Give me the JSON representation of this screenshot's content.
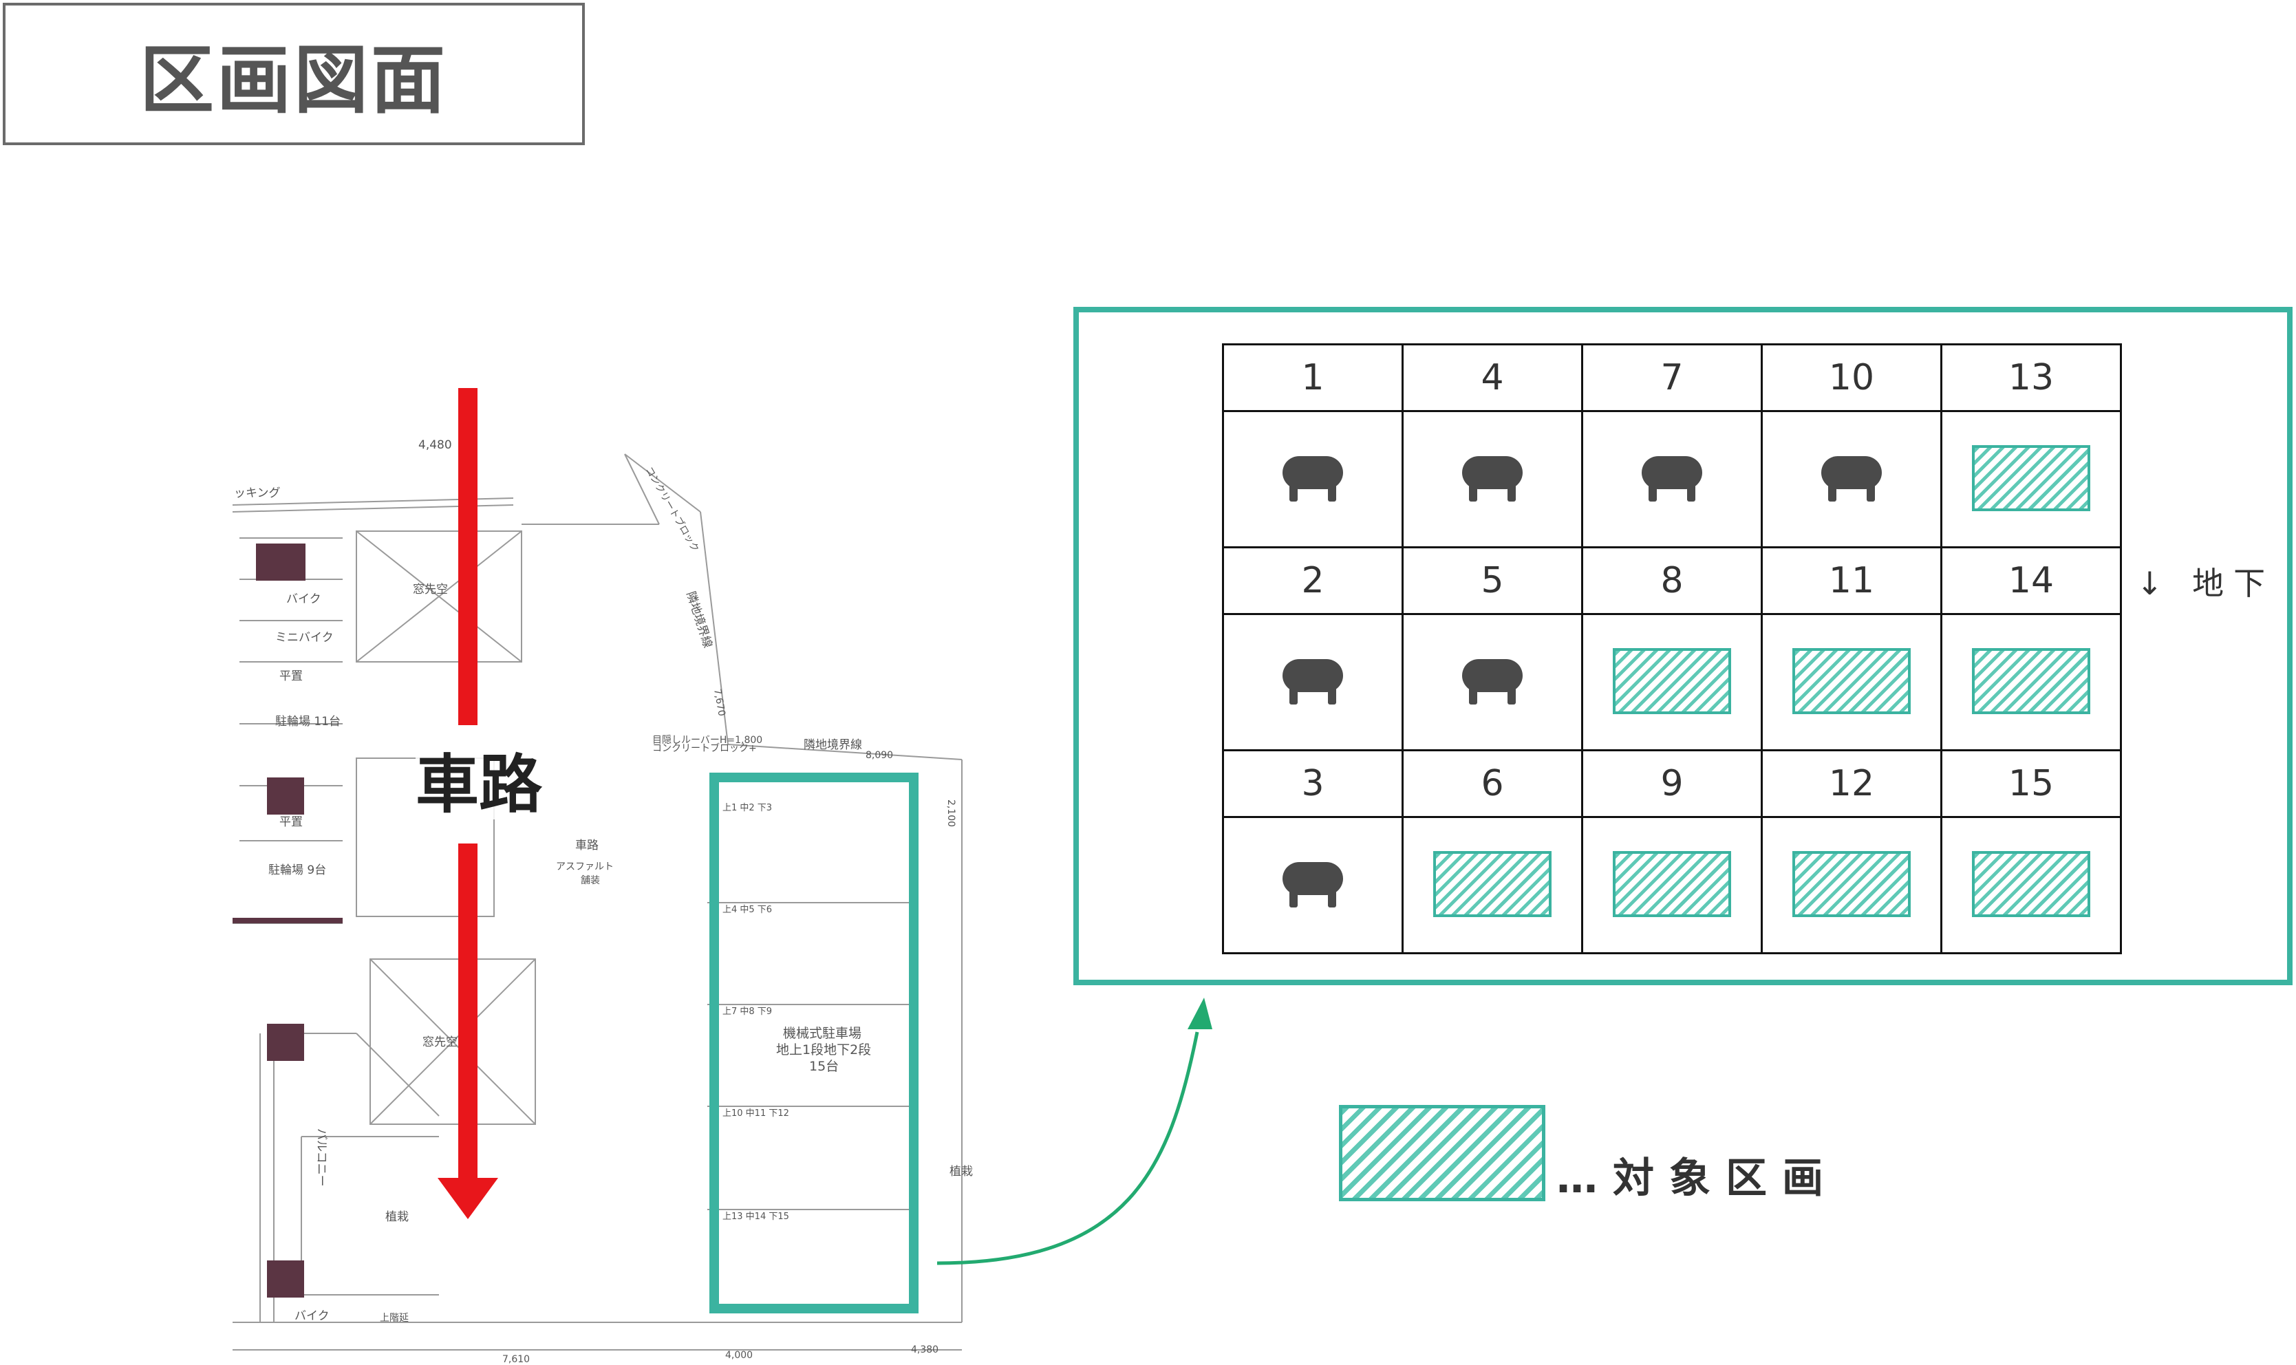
{
  "title": "区画図面",
  "road_label": "車路",
  "floorplan": {
    "texts": {
      "parking": "ッキング",
      "dim_top": "4,480",
      "bike": "バイク",
      "minibike": "ミニバイク",
      "flat1": "平置",
      "bicycle11": "駐輪場 11台",
      "flat2": "平置",
      "bicycle9": "駐輪場 9台",
      "mechanical_parking": "機械式駐車場",
      "mechanical_levels": "地上1段地下2段",
      "mechanical_count": "15台",
      "void1": "窓先空",
      "void2": "窓先空",
      "road_small": "車路",
      "asphalt": "アスファルト",
      "pave": "舗装",
      "boundary1": "隣地境界線",
      "boundary2": "隣地境界線",
      "concrete1": "コンクリートブロック",
      "concrete2": "コンクリートブロック+",
      "louver": "目隠しルーバーH=1,800",
      "dim_8090": "8,090",
      "dim_7670": "7,670",
      "dim_2100": "2,100",
      "balcony": "バルコニー",
      "planting": "植栽",
      "planting2": "植栽",
      "bike_bottom": "バイク",
      "upper_floor": "上階延",
      "dim_7610": "7,610",
      "dim_4000": "4,000",
      "dim_4380": "4,380",
      "slot_row1": "上1 中2 下3",
      "slot_row2": "上4 中5 下6",
      "slot_row3": "上7 中8 下9",
      "slot_row4": "上10 中11 下12",
      "slot_row5": "上13 中14 下15"
    }
  },
  "grid": {
    "rows": [
      {
        "numbers": [
          "1",
          "4",
          "7",
          "10",
          "13"
        ],
        "slots": [
          "car",
          "car",
          "car",
          "car",
          "target"
        ]
      },
      {
        "numbers": [
          "2",
          "5",
          "8",
          "11",
          "14"
        ],
        "slots": [
          "car",
          "car",
          "target",
          "target",
          "target"
        ]
      },
      {
        "numbers": [
          "3",
          "6",
          "9",
          "12",
          "15"
        ],
        "slots": [
          "car",
          "target",
          "target",
          "target",
          "target"
        ]
      }
    ],
    "basement_label": "↓ 地下"
  },
  "legend": {
    "text": "…対象区画"
  },
  "colors": {
    "accent_teal": "#3bb3a0",
    "road_arrow": "#e8161b",
    "car_gray": "#4a4a4a",
    "marker_purple": "#5b3543"
  }
}
